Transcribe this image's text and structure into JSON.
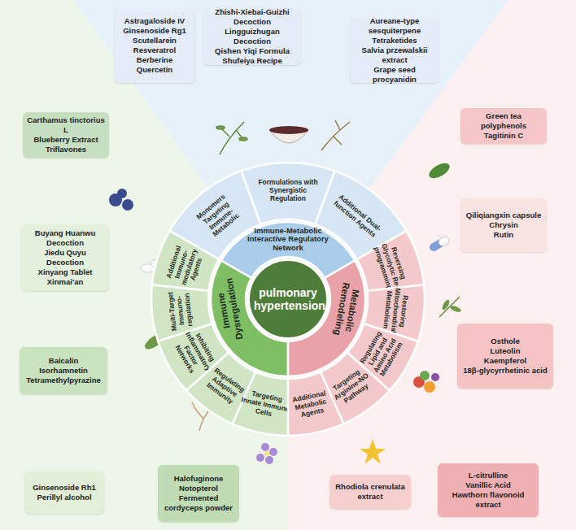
{
  "diagram": {
    "nodes": [
      {
        "text": [
          "Astragaloside IV",
          "Ginsenoside Rg1",
          "Scutellarein",
          "Resveratrol",
          "Berberine",
          "Quercetin"
        ]
      },
      {
        "text": [
          "Zhishi-Xiebai-Guizhi Decoction",
          "Lingguizhugan Decoction",
          "Qishen Yiqi Formula",
          "Shufeiya Recipe"
        ]
      },
      {
        "text": [
          "Aureane-type sesquiterpene",
          "Tetraketides",
          "Salvia przewalskii extract",
          "Grape seed procyanidin"
        ]
      },
      {
        "text": [
          "Monomers Targeting Immune-Metabolic"
        ]
      },
      {
        "text": [
          "Formulations with Synergistic Regulation"
        ]
      },
      {
        "text": [
          "Additional Dual-function Agents"
        ]
      },
      {
        "text": [
          "Immune-Metabolic Interactive Regulatory Network"
        ]
      },
      {
        "text": [
          "Carthamus tinctorius L",
          "Blueberry Extract",
          "Triflavones"
        ]
      },
      {
        "text": [
          "Green tea polyphenols",
          "Tagitinin C"
        ]
      },
      {
        "text": [
          "Additional Immuno-modulatory Agents"
        ]
      },
      {
        "text": [
          "Multi-Target Immuno-regulation"
        ]
      },
      {
        "text": [
          "Inhibiting Inflammatory Factor Networks"
        ]
      },
      {
        "text": [
          "Regulating Adaptive Immunity"
        ]
      },
      {
        "text": [
          "Targeting Innate Immune Cells"
        ]
      },
      {
        "text": [
          "Immune Dysregulation"
        ]
      },
      {
        "text": [
          "pulmonary hypertension"
        ]
      },
      {
        "text": [
          "Metabolic Remodeling"
        ]
      },
      {
        "text": [
          "Reversing Glycolytic Re-programming"
        ]
      },
      {
        "text": [
          "Restoring Mitochondrial Metabolism"
        ]
      },
      {
        "text": [
          "Regulating Lipid and Amino Acid Metabolism"
        ]
      },
      {
        "text": [
          "Targeting Arginine-NO Pathway"
        ]
      },
      {
        "text": [
          "Additional Metabolic Agents"
        ]
      },
      {
        "text": [
          "Buyang Huanwu Decoction",
          "Jiedu Quyu Decoction",
          "Xinyang Tablet",
          "Xinmai'an"
        ]
      },
      {
        "text": [
          "Qiliqiangxin capsule",
          "Chrysin",
          "Rutin"
        ]
      },
      {
        "text": [
          "Baicalin",
          "Isorhamnetin",
          "Tetramethylpyrazine"
        ]
      },
      {
        "text": [
          "Osthole",
          "Luteolin",
          "Kaempferol",
          "18β-glycyrrhetinic acid"
        ]
      },
      {
        "text": [
          "Ginsenoside Rh1",
          "Perillyl alcohol"
        ]
      },
      {
        "text": [
          "Halofuginone",
          "Notopterol",
          "Fermented cordyceps powder"
        ]
      },
      {
        "text": [
          "Rhodiola crenulata extract"
        ]
      },
      {
        "text": [
          "L-citrulline",
          "Vanillic Acid",
          "Hawthorn flavonoid extract"
        ]
      }
    ]
  }
}
